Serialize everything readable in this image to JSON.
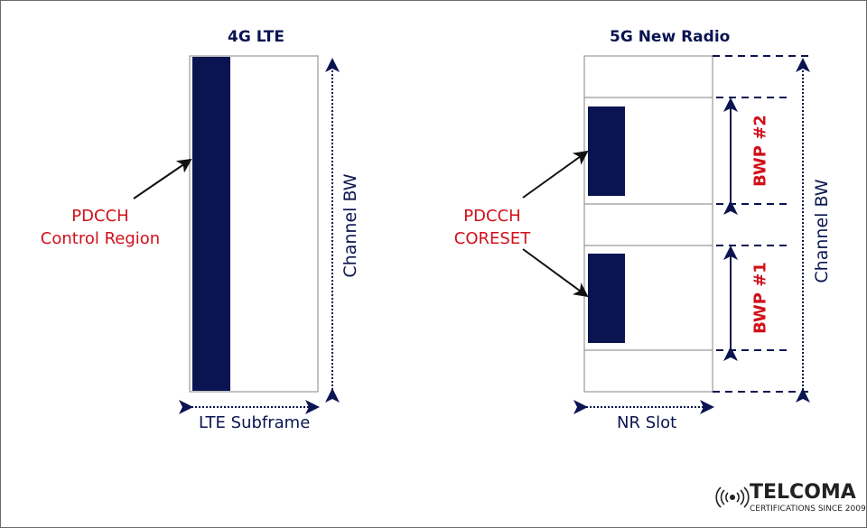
{
  "lte": {
    "title": "4G LTE",
    "annotation_line1": "PDCCH",
    "annotation_line2": "Control Region",
    "vertical_label": "Channel BW",
    "horizontal_label": "LTE Subframe"
  },
  "nr": {
    "title": "5G New Radio",
    "annotation_line1": "PDCCH",
    "annotation_line2": "CORESET",
    "bwp2_label": "BWP #2",
    "bwp1_label": "BWP #1",
    "vertical_label": "Channel BW",
    "horizontal_label": "NR Slot"
  },
  "logo": {
    "icon": "radio-waves-icon",
    "name": "TELCOMA",
    "tagline": "CERTIFICATIONS SINCE 2009"
  },
  "colors": {
    "navy": "#0a1450",
    "red": "#d0101a",
    "grid": "#999999"
  }
}
